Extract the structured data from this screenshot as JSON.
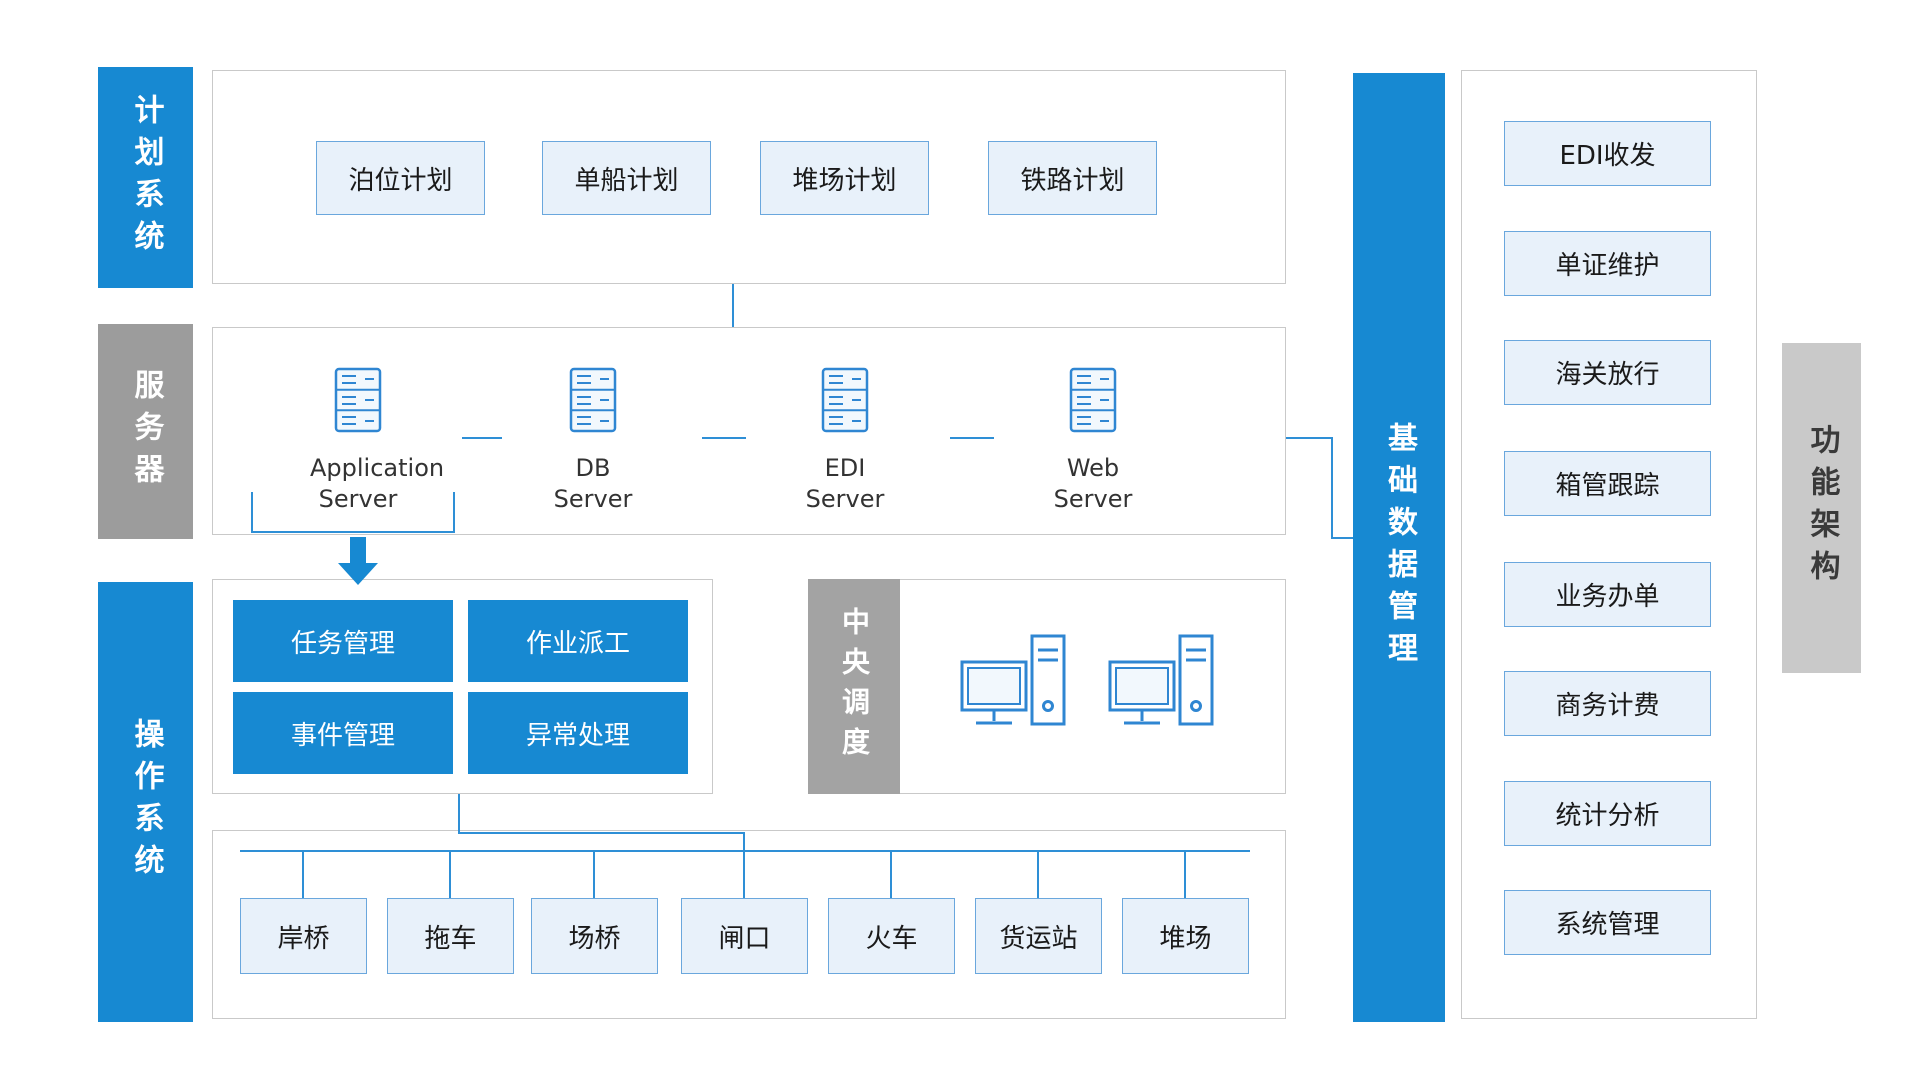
{
  "colors": {
    "accent_blue": "#1789d2",
    "light_blue_fill": "#e8f1fa",
    "blue_border": "#6aa7dd",
    "gray_bar": "#9c9c9c",
    "light_gray_bar": "#c9c9c9",
    "line_blue": "#2e8fd6"
  },
  "rails": {
    "planning": "计划系统",
    "server": "服务器",
    "operation": "操作系统",
    "base_data": "基础数据管理",
    "architecture": "功能架构"
  },
  "planning": {
    "items": [
      "泊位计划",
      "单船计划",
      "堆场计划",
      "铁路计划"
    ]
  },
  "servers": {
    "items": [
      "Application Server",
      "DB Server",
      "EDI Server",
      "Web Server"
    ]
  },
  "operations": {
    "buttons": [
      "任务管理",
      "作业派工",
      "事件管理",
      "异常处理"
    ]
  },
  "central": {
    "label": "中央调度"
  },
  "equipment": {
    "items": [
      "岸桥",
      "拖车",
      "场桥",
      "闸口",
      "火车",
      "货运站",
      "堆场"
    ]
  },
  "functions": {
    "items": [
      "EDI收发",
      "单证维护",
      "海关放行",
      "箱管跟踪",
      "业务办单",
      "商务计费",
      "统计分析",
      "系统管理"
    ]
  }
}
